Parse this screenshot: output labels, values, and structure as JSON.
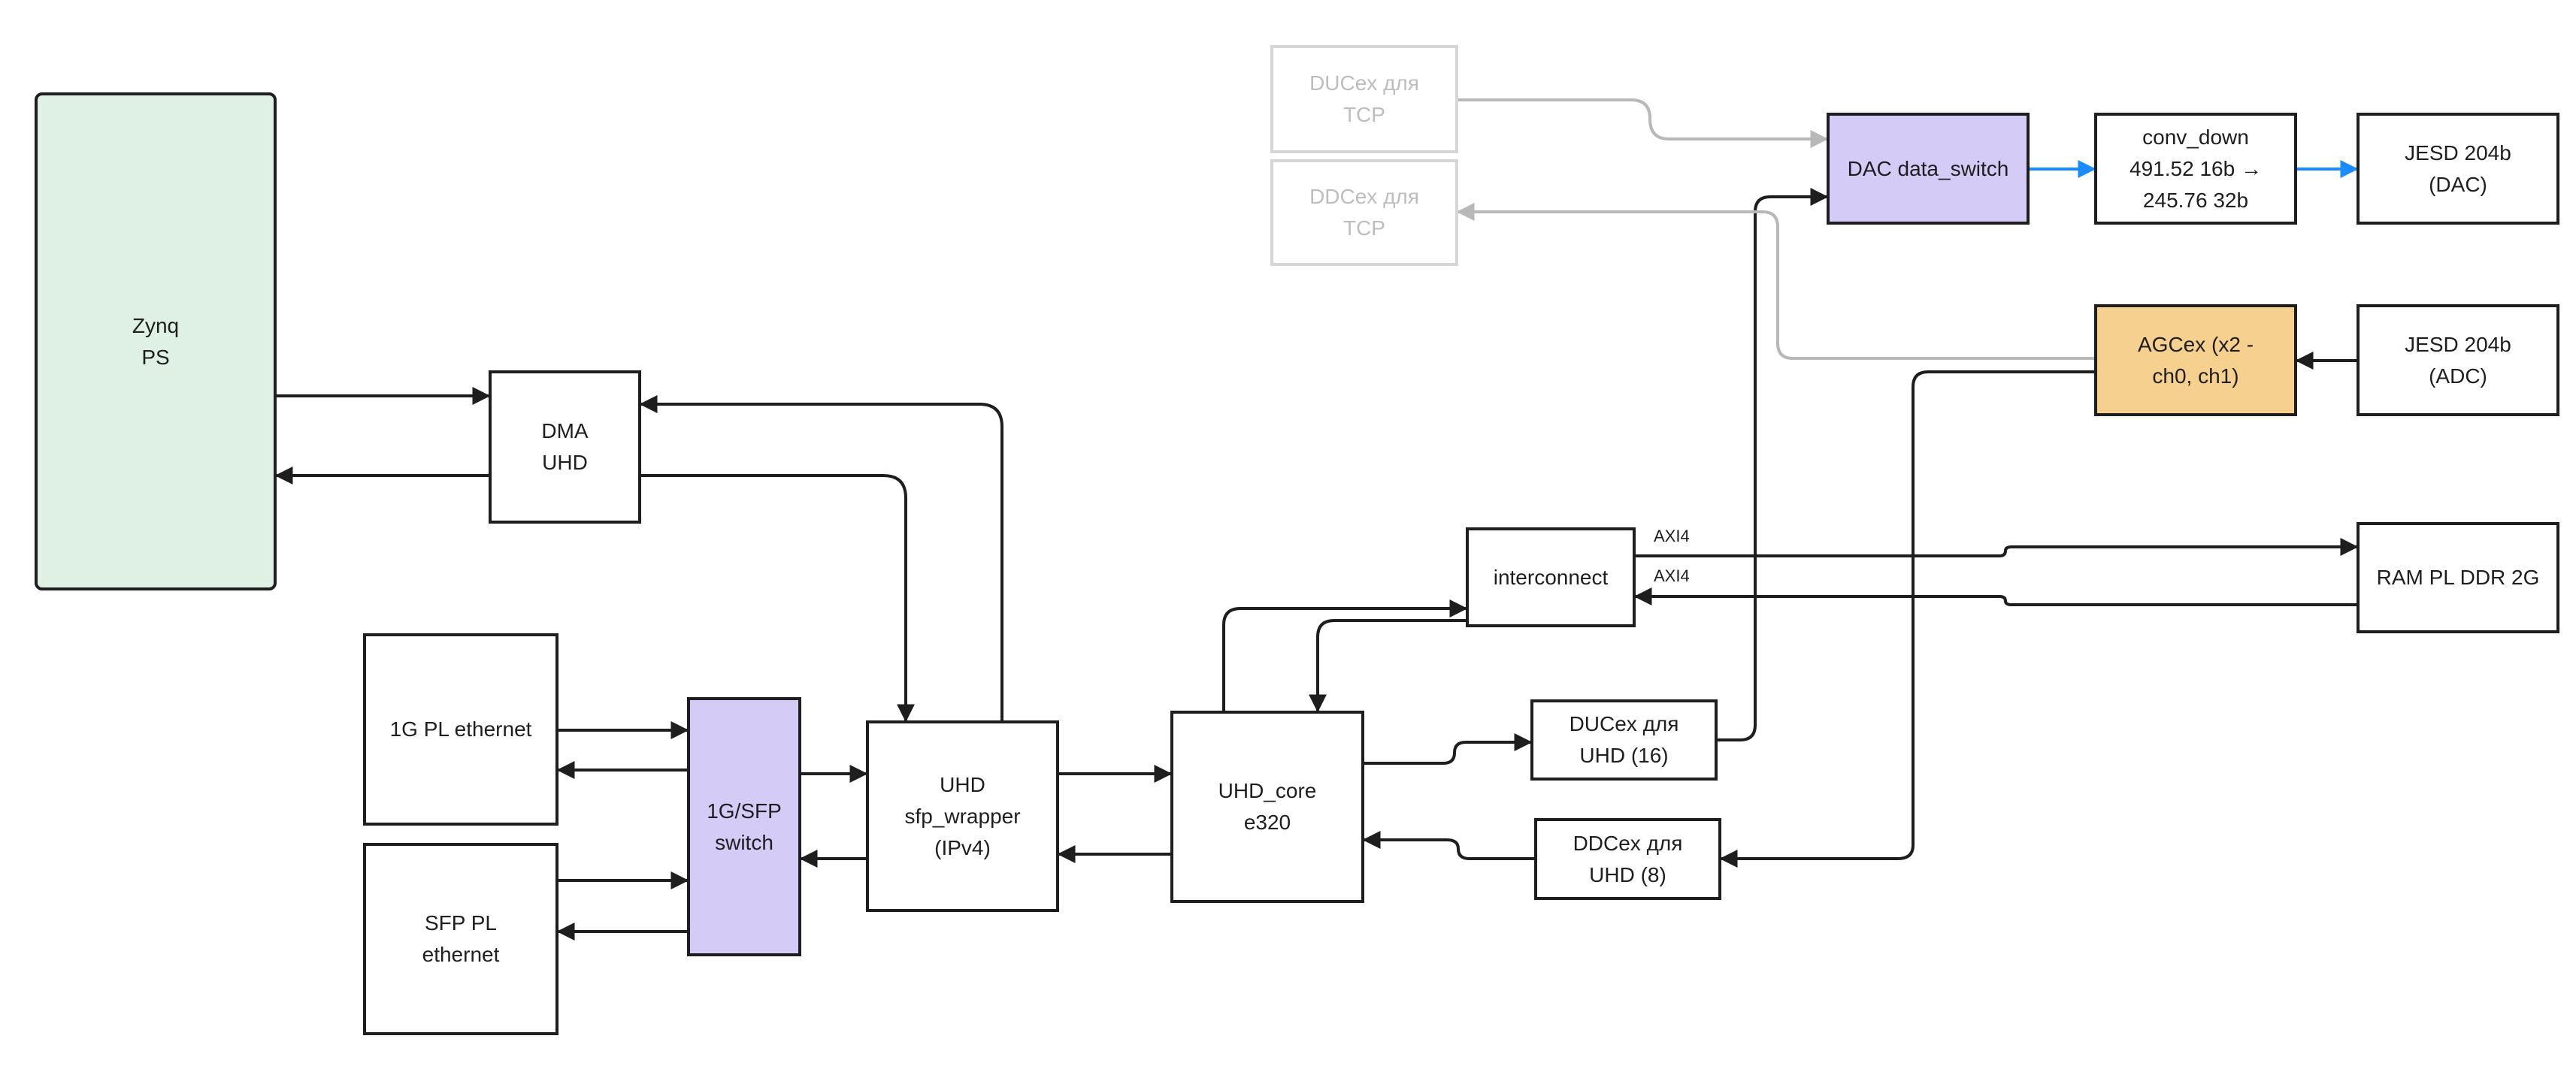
{
  "colors": {
    "line": "#1e1e1e",
    "faded_line": "#b8b8b8",
    "blue_line": "#1a8cff",
    "zynq_fill": "#dff0e4",
    "switch_fill": "#d4ccf7",
    "agc_fill": "#f5d08e"
  },
  "nodes": {
    "zynq": "Zynq\nPS",
    "dma": "DMA\nUHD",
    "pl_1g": "1G PL ethernet",
    "pl_sfp": "SFP PL\nethernet",
    "sfp_switch": "1G/SFP\nswitch",
    "sfp_wrapper": "UHD\nsfp_wrapper\n(IPv4)",
    "uhd_core": "UHD_core\ne320",
    "interconnect": "interconnect",
    "duc_uhd": "DUCex для\nUHD (16)",
    "ddc_uhd": "DDCex для\nUHD (8)",
    "duc_tcp": "DUCex для\nTCP",
    "ddc_tcp": "DDCex для\nTCP",
    "dac_switch": "DAC data_switch",
    "conv_down": "conv_down\n491.52 16b →\n245.76 32b",
    "jesd_dac": "JESD 204b\n(DAC)",
    "agc": "AGCex (x2 -\nch0, ch1)",
    "jesd_adc": "JESD 204b\n(ADC)",
    "ram": "RAM PL DDR 2G"
  },
  "edge_labels": {
    "axi_out": "AXI4",
    "axi_in": "AXI4"
  }
}
